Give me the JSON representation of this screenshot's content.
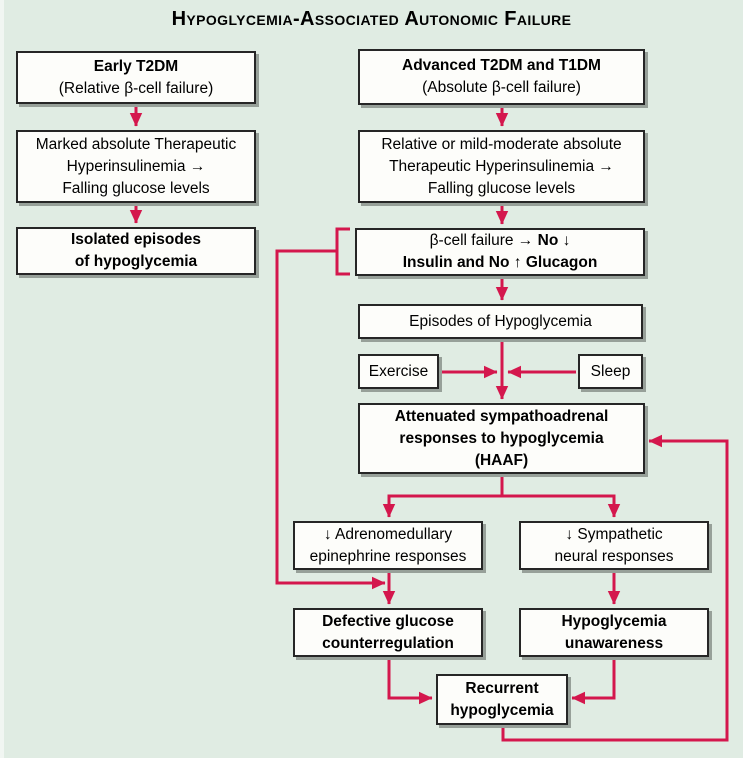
{
  "title": "Hypoglycemia-Associated Autonomic Failure",
  "colors": {
    "background": "#e0ece3",
    "arrow": "#d4174d",
    "box_fill": "#fdfdfa",
    "box_border": "#262626",
    "box_shadow": "#97a099",
    "text": "#000000"
  },
  "nodes": {
    "early_t2dm": {
      "l1": "Early T2DM",
      "l2": "(Relative β-cell failure)"
    },
    "advanced_dm": {
      "l1": "Advanced T2DM and T1DM",
      "l2": "(Absolute β-cell failure)"
    },
    "marked_hyperinsulinemia": {
      "l1": "Marked absolute Therapeutic",
      "l2": "Hyperinsulinemia →",
      "l3": "Falling glucose levels"
    },
    "relative_hyperinsulinemia": {
      "l1": "Relative or mild-moderate absolute",
      "l2": "Therapeutic Hyperinsulinemia →",
      "l3": "Falling glucose levels"
    },
    "isolated_episodes": {
      "l1": "Isolated episodes",
      "l2": "of hypoglycemia"
    },
    "beta_cell_failure": {
      "l1_regular": "β-cell failure → ",
      "l1_bold": "No ↓",
      "l2_bold": "Insulin and No ↑ Glucagon"
    },
    "episodes_of_hypoglycemia": {
      "l1": "Episodes of Hypoglycemia"
    },
    "exercise": {
      "l1": "Exercise"
    },
    "sleep": {
      "l1": "Sleep"
    },
    "haaf": {
      "l1": "Attenuated sympathoadrenal",
      "l2": "responses to hypoglycemia",
      "l3": "(HAAF)"
    },
    "adrenomedullary": {
      "l1": "↓ Adrenomedullary",
      "l2": "epinephrine responses"
    },
    "sympathetic": {
      "l1": "↓ Sympathetic",
      "l2": "neural responses"
    },
    "defective_counterregulation": {
      "l1": "Defective glucose",
      "l2": "counterregulation"
    },
    "hypoglycemia_unawareness": {
      "l1": "Hypoglycemia",
      "l2": "unawareness"
    },
    "recurrent_hypoglycemia": {
      "l1": "Recurrent",
      "l2": "hypoglycemia"
    }
  }
}
